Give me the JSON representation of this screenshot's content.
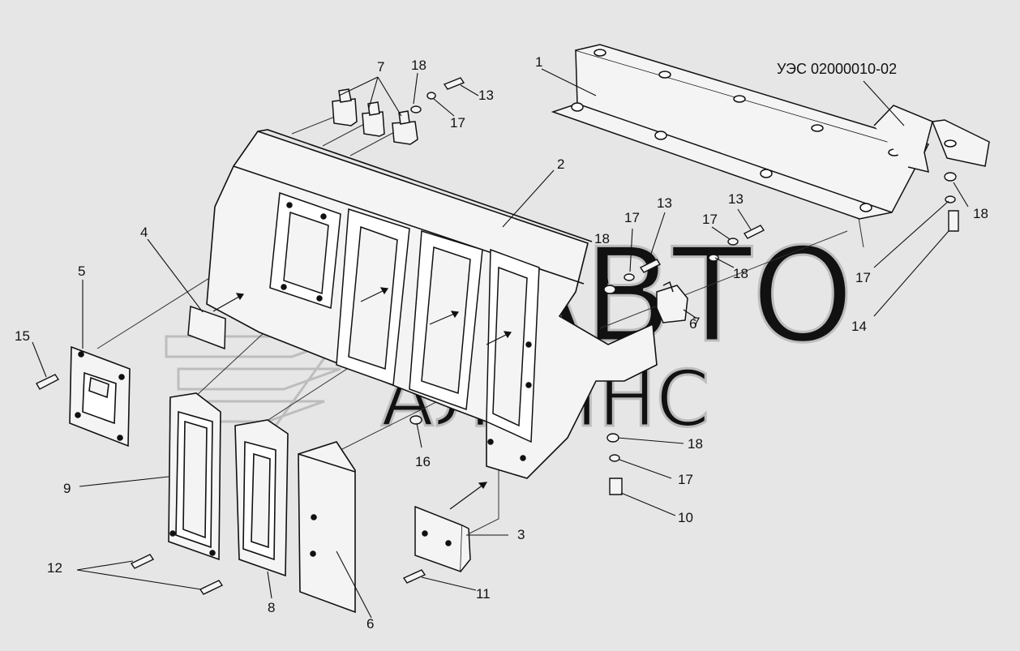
{
  "drawing": {
    "designation": "УЭС 02000010-02",
    "watermark_top": "АВТО",
    "watermark_bottom": "АЛЬЯНС",
    "colors": {
      "background": "#e6e6e6",
      "line": "#111111",
      "part_fill": "#f4f4f4",
      "watermark": "#bdbdbd"
    },
    "callouts": {
      "c1": "1",
      "c2": "2",
      "c3": "3",
      "c4": "4",
      "c5": "5",
      "c6": "6",
      "c6b": "6",
      "c7_top": "7",
      "c7_right": "7",
      "c8": "8",
      "c9": "9",
      "c10": "10",
      "c11": "11",
      "c12": "12",
      "c13_top": "13",
      "c13_mid": "13",
      "c13_right": "13",
      "c14": "14",
      "c15": "15",
      "c16": "16",
      "c17_top": "17",
      "c17_mid": "17",
      "c17_right": "17",
      "c17_far": "17",
      "c17_bottom": "17",
      "c18_top": "18",
      "c18_mid": "18",
      "c18_right": "18",
      "c18_far": "18",
      "c18_bottom": "18"
    }
  }
}
